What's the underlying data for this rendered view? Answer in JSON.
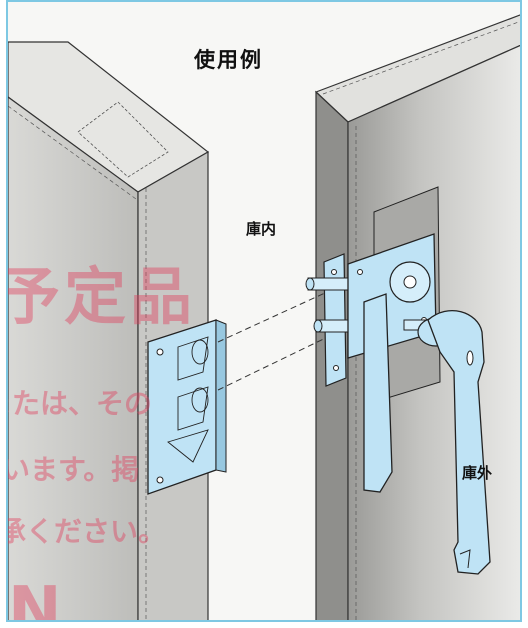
{
  "figure": {
    "title": "使用例",
    "label_inside": "庫内",
    "label_outside": "庫外"
  },
  "watermark": {
    "large": "予定品",
    "line1": "または、その",
    "line2": "ています。掲",
    "line3": "承ください。",
    "fragment": "N"
  },
  "colors": {
    "accent_blue": "#bfe3f5",
    "frame_border": "#7ec8e3",
    "watermark_pink": "#e03c5a"
  }
}
